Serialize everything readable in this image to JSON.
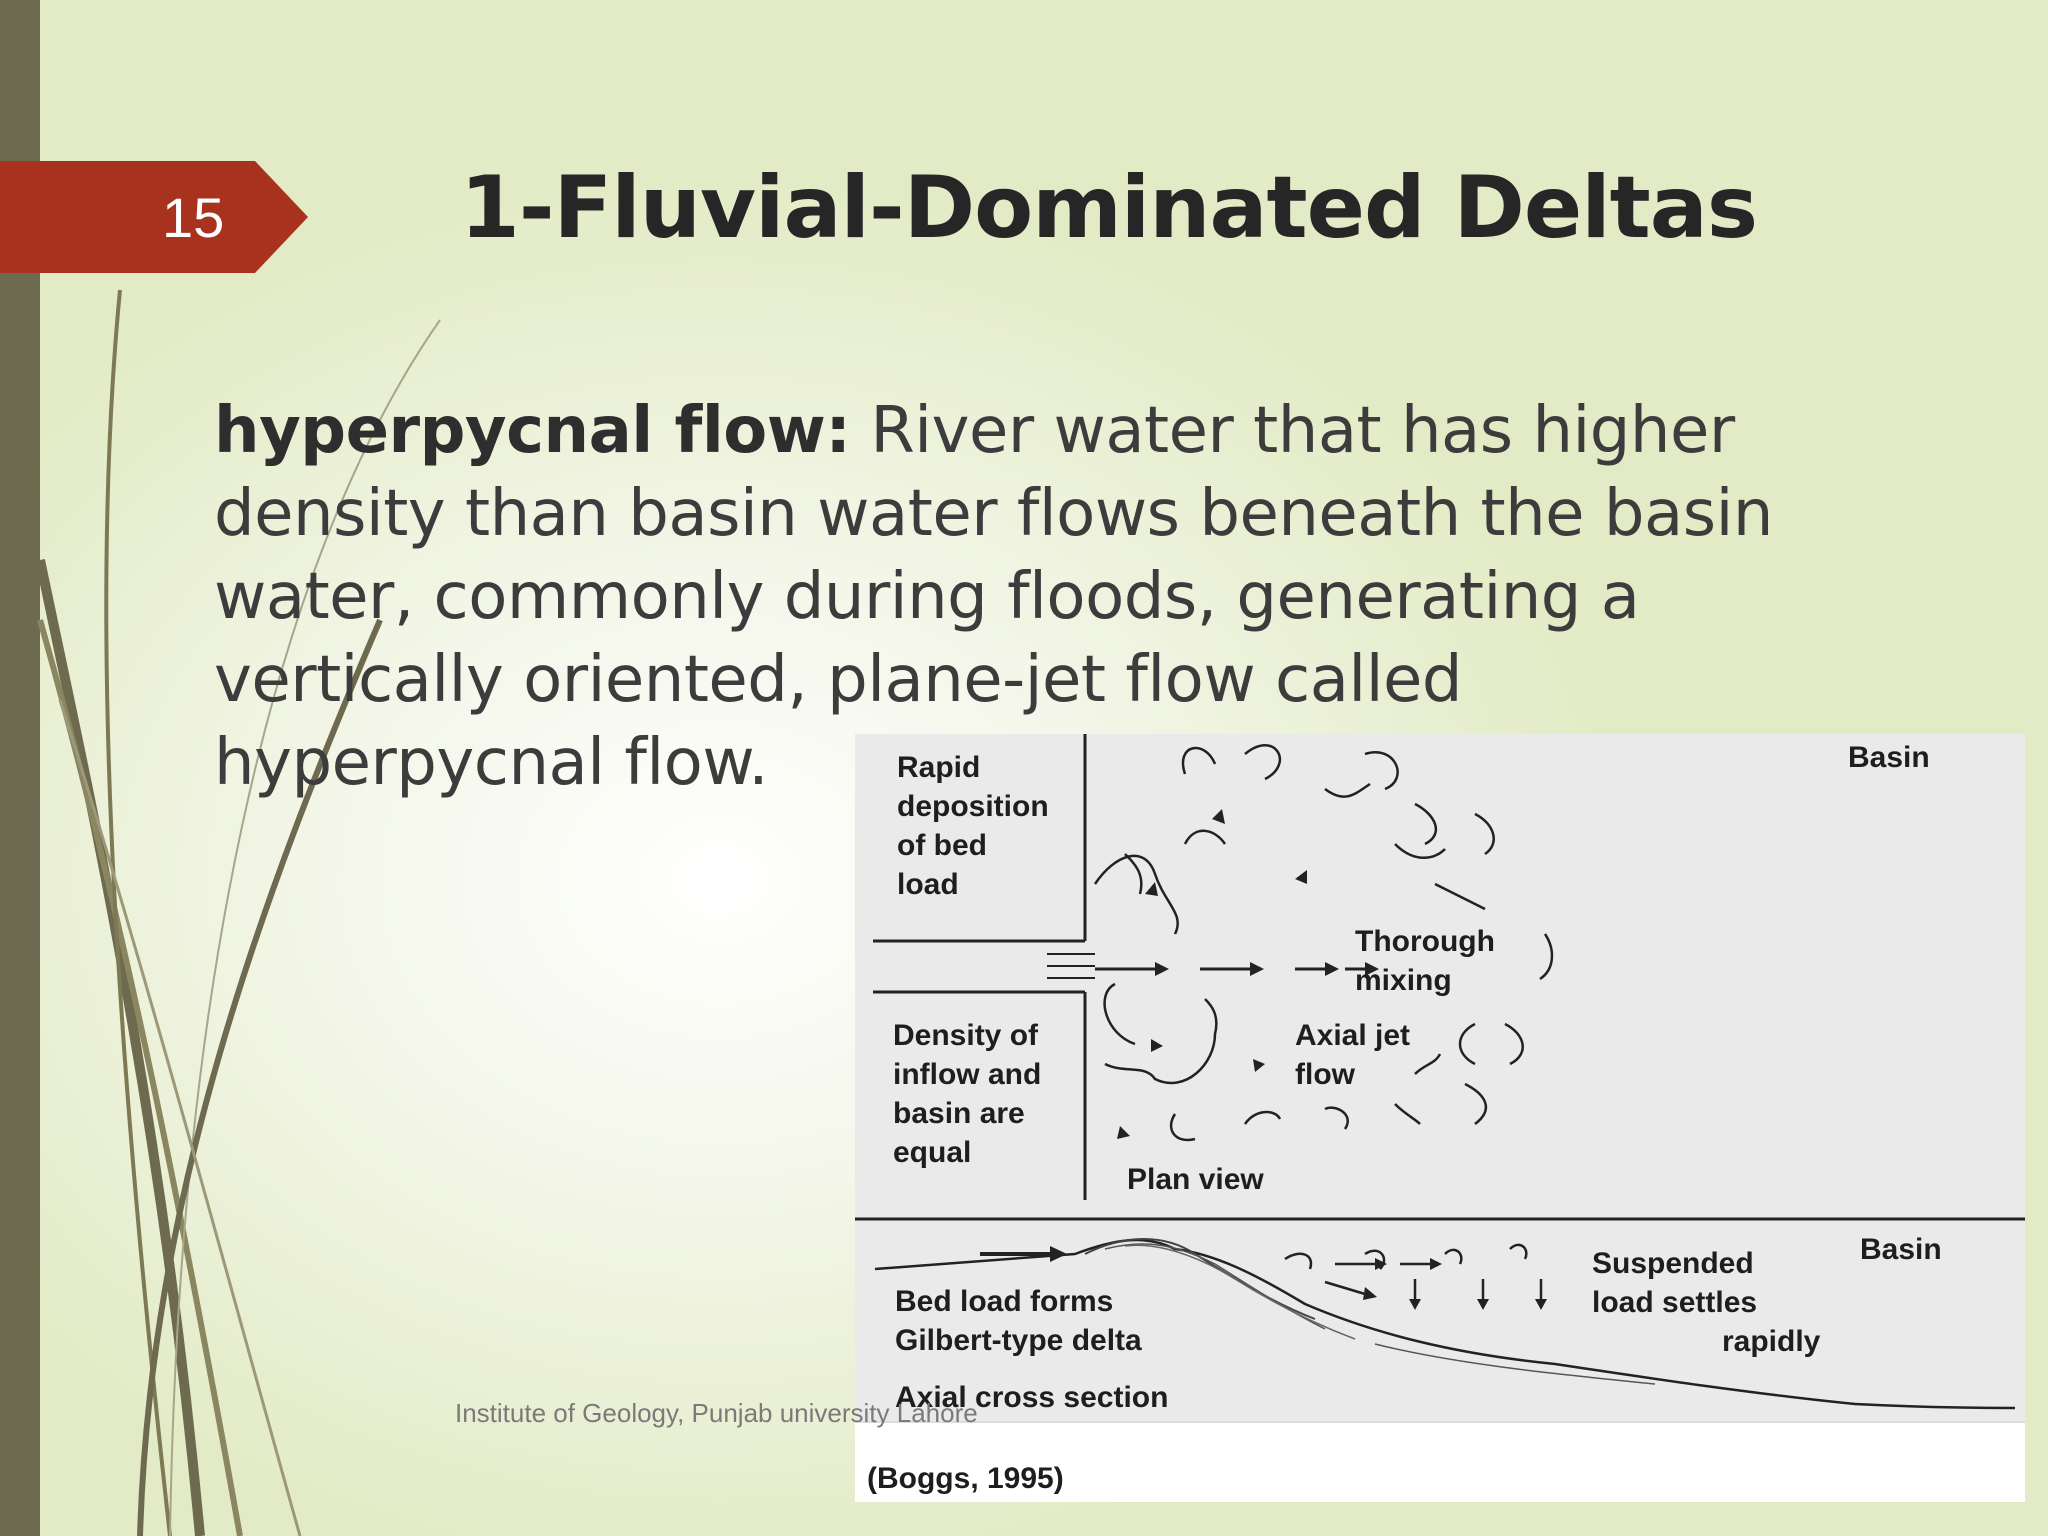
{
  "slide": {
    "number": "15",
    "title": "1-Fluvial-Dominated Deltas",
    "body": {
      "term": "hyperpycnal flow:",
      "line1_rest": " River water that has higher",
      "line2": "density than basin water flows beneath the basin",
      "line3": "water, commonly during floods, generating a",
      "line4": "vertically oriented, plane-jet flow called",
      "line5": "hyperpycnal flow."
    },
    "footer": "Institute of Geology, Punjab university Lahore"
  },
  "figure": {
    "plan_view": {
      "rapid_deposition": [
        "Rapid",
        "deposition",
        "of bed",
        "load"
      ],
      "density_equal": [
        "Density of",
        "inflow and",
        "basin are",
        "equal"
      ],
      "basin": "Basin",
      "thorough_mixing": [
        "Thorough",
        "mixing"
      ],
      "axial_jet_flow": [
        "Axial jet",
        "flow"
      ],
      "caption": "Plan view"
    },
    "cross_section": {
      "basin": "Basin",
      "bed_load": [
        "Bed load forms",
        "Gilbert-type delta"
      ],
      "suspended_load": [
        "Suspended",
        "load settles",
        "rapidly"
      ],
      "caption": "Axial cross section"
    },
    "citation": "(Boggs, 1995)"
  },
  "colors": {
    "accent_tag": "#a8321e",
    "left_bar": "#6e6a4f",
    "title_text": "#262626"
  }
}
